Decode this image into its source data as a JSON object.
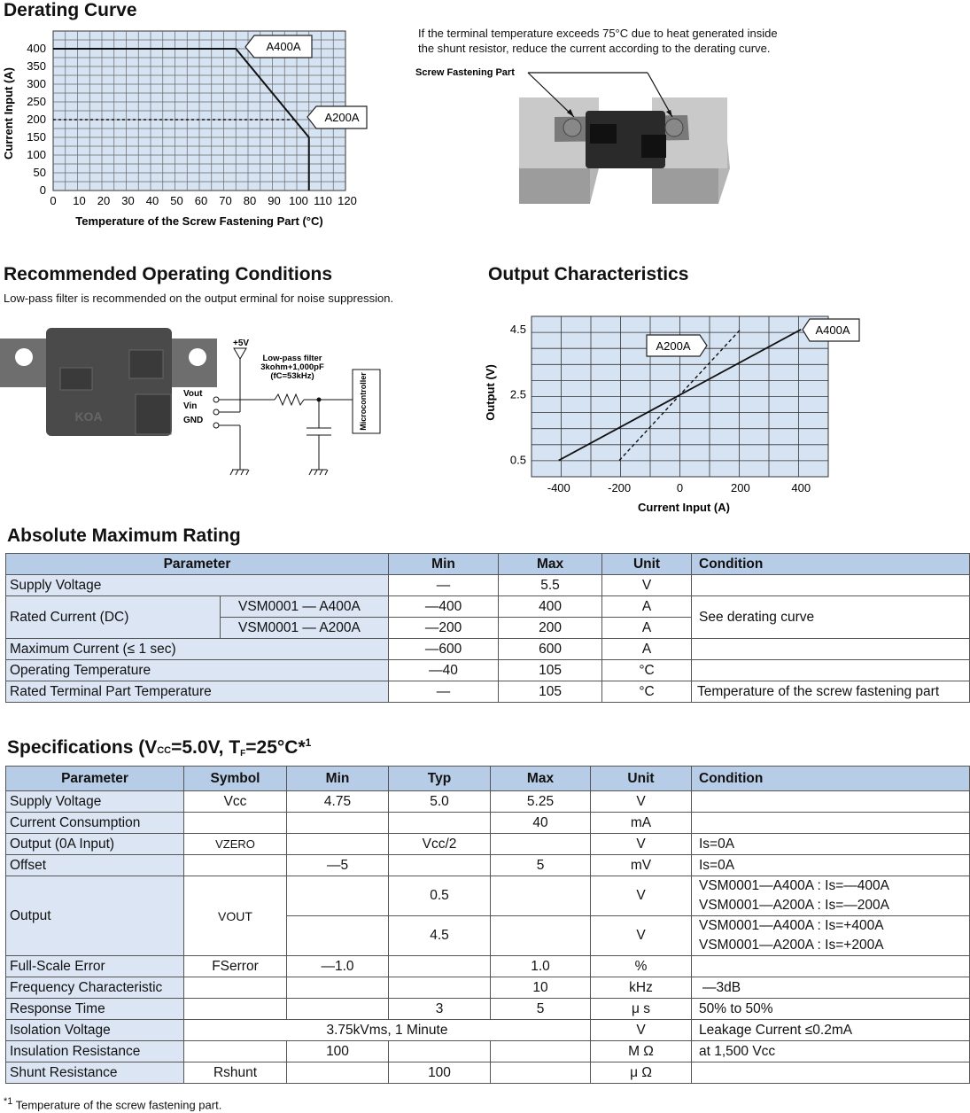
{
  "derating": {
    "title": "Derating Curve",
    "ylabel": "Current Input (A)",
    "xlabel": "Temperature of the Screw Fastening Part (°C)",
    "labels": [
      "A400A",
      "A200A"
    ]
  },
  "note": {
    "line1": "If the terminal temperature exceeds 75°C due to heat generated inside",
    "line2": "the shunt resistor, reduce the current according to the derating curve.",
    "screw_label": "Screw Fastening Part"
  },
  "recommended": {
    "title": "Recommended Operating Conditions",
    "subtitle": "Low-pass filter is recommended on the output erminal for noise suppression.",
    "supply": "+5V",
    "filter_l1": "Low-pass filter",
    "filter_l2": "3kohm+1,000pF",
    "filter_l3": "(fC=53kHz)",
    "pins": [
      "Vout",
      "Vin",
      "GND"
    ],
    "mcu": "Microcontroller",
    "logo": "KOA"
  },
  "output": {
    "title": "Output Characteristics",
    "ylabel": "Output (V)",
    "xlabel": "Current Input (A)",
    "labels": [
      "A200A",
      "A400A"
    ]
  },
  "chart_data": [
    {
      "type": "line",
      "title": "Derating Curve",
      "xlabel": "Temperature of the Screw Fastening Part (°C)",
      "ylabel": "Current Input (A)",
      "x_ticks": [
        "0",
        "10",
        "20",
        "30",
        "40",
        "50",
        "60",
        "70",
        "80",
        "90",
        "100",
        "110",
        "120"
      ],
      "y_ticks": [
        "0",
        "50",
        "100",
        "150",
        "200",
        "250",
        "300",
        "350",
        "400"
      ],
      "xlim": [
        0,
        120
      ],
      "ylim": [
        0,
        450
      ],
      "grid": true,
      "series": [
        {
          "name": "A400A",
          "style": "solid",
          "x": [
            0,
            75,
            105,
            105
          ],
          "y": [
            400,
            400,
            150,
            0
          ]
        },
        {
          "name": "A200A",
          "style": "dashed",
          "x": [
            0,
            100
          ],
          "y": [
            200,
            200
          ]
        }
      ]
    },
    {
      "type": "line",
      "title": "Output Characteristics",
      "xlabel": "Current Input (A)",
      "ylabel": "Output (V)",
      "x_ticks": [
        "-400",
        "-200",
        "0",
        "200",
        "400"
      ],
      "y_ticks": [
        "0.5",
        "2.5",
        "4.5"
      ],
      "xlim": [
        -490,
        490
      ],
      "ylim": [
        0.0,
        4.9
      ],
      "grid": true,
      "series": [
        {
          "name": "A400A",
          "style": "solid",
          "x": [
            -400,
            400
          ],
          "y": [
            0.5,
            4.5
          ]
        },
        {
          "name": "A200A",
          "style": "dashed",
          "x": [
            -200,
            200
          ],
          "y": [
            0.5,
            4.5
          ]
        }
      ]
    }
  ],
  "amr": {
    "title": "Absolute Maximum Rating",
    "headers": [
      "Parameter",
      "Min",
      "Max",
      "Unit",
      "Condition"
    ],
    "rows": {
      "supply": [
        "Supply Voltage",
        "—",
        "5.5",
        "V",
        ""
      ],
      "rated": "Rated Current (DC)",
      "rated_a400": [
        "VSM0001 — A400A",
        "—400",
        "400",
        "A"
      ],
      "rated_a200": [
        "VSM0001 — A200A",
        "—200",
        "200",
        "A"
      ],
      "rated_cond": "See derating curve",
      "maxcur": [
        "Maximum Current (≤ 1 sec)",
        "—600",
        "600",
        "A",
        ""
      ],
      "optemp": [
        "Operating Temperature",
        "—40",
        "105",
        "°C",
        ""
      ],
      "termtemp": [
        "Rated Terminal Part Temperature",
        "—",
        "105",
        "°C",
        "Temperature of the screw fastening part"
      ]
    }
  },
  "spec": {
    "title": "Specifications (V",
    "title_cc": "CC",
    "title_mid": "=5.0V, T",
    "title_f": "F",
    "title_end": "=25°C*",
    "title_sup": "1",
    "headers": [
      "Parameter",
      "Symbol",
      "Min",
      "Typ",
      "Max",
      "Unit",
      "Condition"
    ],
    "supply": [
      "Supply Voltage",
      "Vcc",
      "4.75",
      "5.0",
      "5.25",
      "V",
      ""
    ],
    "consumption": [
      "Current Consumption",
      "",
      "",
      "",
      "40",
      "mA",
      ""
    ],
    "output0": [
      "Output (0A Input)",
      "VZERO",
      "",
      "Vcc/2",
      "",
      "V",
      "Is=0A"
    ],
    "offset": [
      "Offset",
      "",
      "—5",
      "",
      "5",
      "mV",
      "Is=0A"
    ],
    "output": "Output",
    "vout": "VOUT",
    "out_low": [
      "0.5",
      "V",
      "VSM0001—A400A : Is=—400A",
      "VSM0001—A200A : Is=—200A"
    ],
    "out_high": [
      "4.5",
      "V",
      "VSM0001—A400A : Is=+400A",
      "VSM0001—A200A : Is=+200A"
    ],
    "fserr": [
      "Full-Scale Error",
      "FSerror",
      "—1.0",
      "",
      "1.0",
      "%",
      ""
    ],
    "freq": [
      "Frequency Characteristic",
      "",
      "",
      "",
      "10",
      "kHz",
      "—3dB"
    ],
    "resp": [
      "Response Time",
      "",
      "",
      "3",
      "5",
      "μ s",
      "50% to 50%"
    ],
    "iso": [
      "Isolation Voltage",
      "3.75kVms, 1 Minute",
      "V",
      "Leakage Current ≤0.2mA"
    ],
    "insul": [
      "Insulation Resistance",
      "",
      "100",
      "",
      "",
      "M Ω",
      "at 1,500 Vcc"
    ],
    "shunt": [
      "Shunt Resistance",
      "Rshunt",
      "",
      "100",
      "",
      "μ Ω",
      ""
    ]
  },
  "footnote": {
    "mark": "*1",
    "text": " Temperature of the screw fastening part."
  }
}
